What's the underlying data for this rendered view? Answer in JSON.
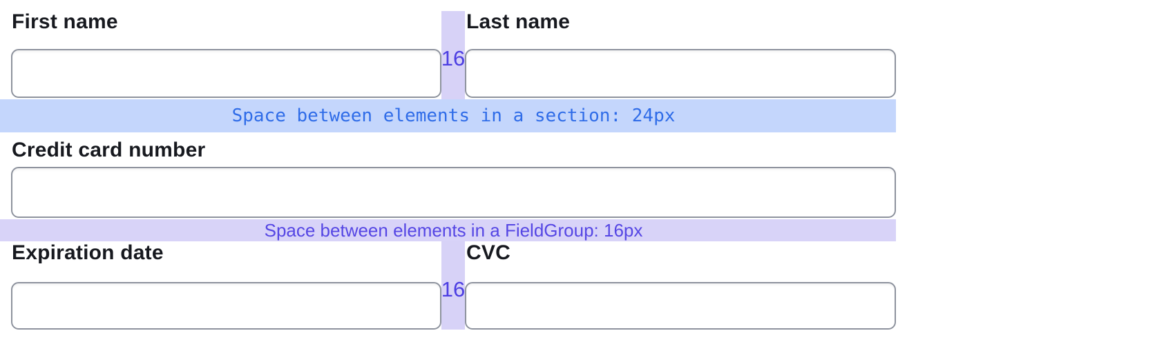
{
  "form": {
    "fields": [
      {
        "id": "first-name",
        "label": "First name",
        "value": "",
        "placeholder": ""
      },
      {
        "id": "last-name",
        "label": "Last name",
        "value": "",
        "placeholder": ""
      },
      {
        "id": "card-number",
        "label": "Credit card number",
        "value": "",
        "placeholder": ""
      },
      {
        "id": "expiration",
        "label": "Expiration date",
        "value": "",
        "placeholder": ""
      },
      {
        "id": "cvc",
        "label": "CVC",
        "value": "",
        "placeholder": ""
      }
    ]
  },
  "annotations": {
    "section_gap_label": "Space between elements in a section: 24px",
    "fieldgroup_gap_label": "Space between elements in a FieldGroup: 16px",
    "column_gap_row1": "16",
    "column_gap_row2": "16"
  },
  "colors": {
    "section-band": "#c4d6fc",
    "section-text": "#2f6ce8",
    "fieldgroup-band": "#d8d3f8",
    "fieldgroup-text": "#5546e4",
    "gap-band": "#d7d2f7",
    "gap-text": "#4c3ee2",
    "label-text": "#17191f",
    "input-border": "#8d929d",
    "page-bg": "#ffffff"
  }
}
